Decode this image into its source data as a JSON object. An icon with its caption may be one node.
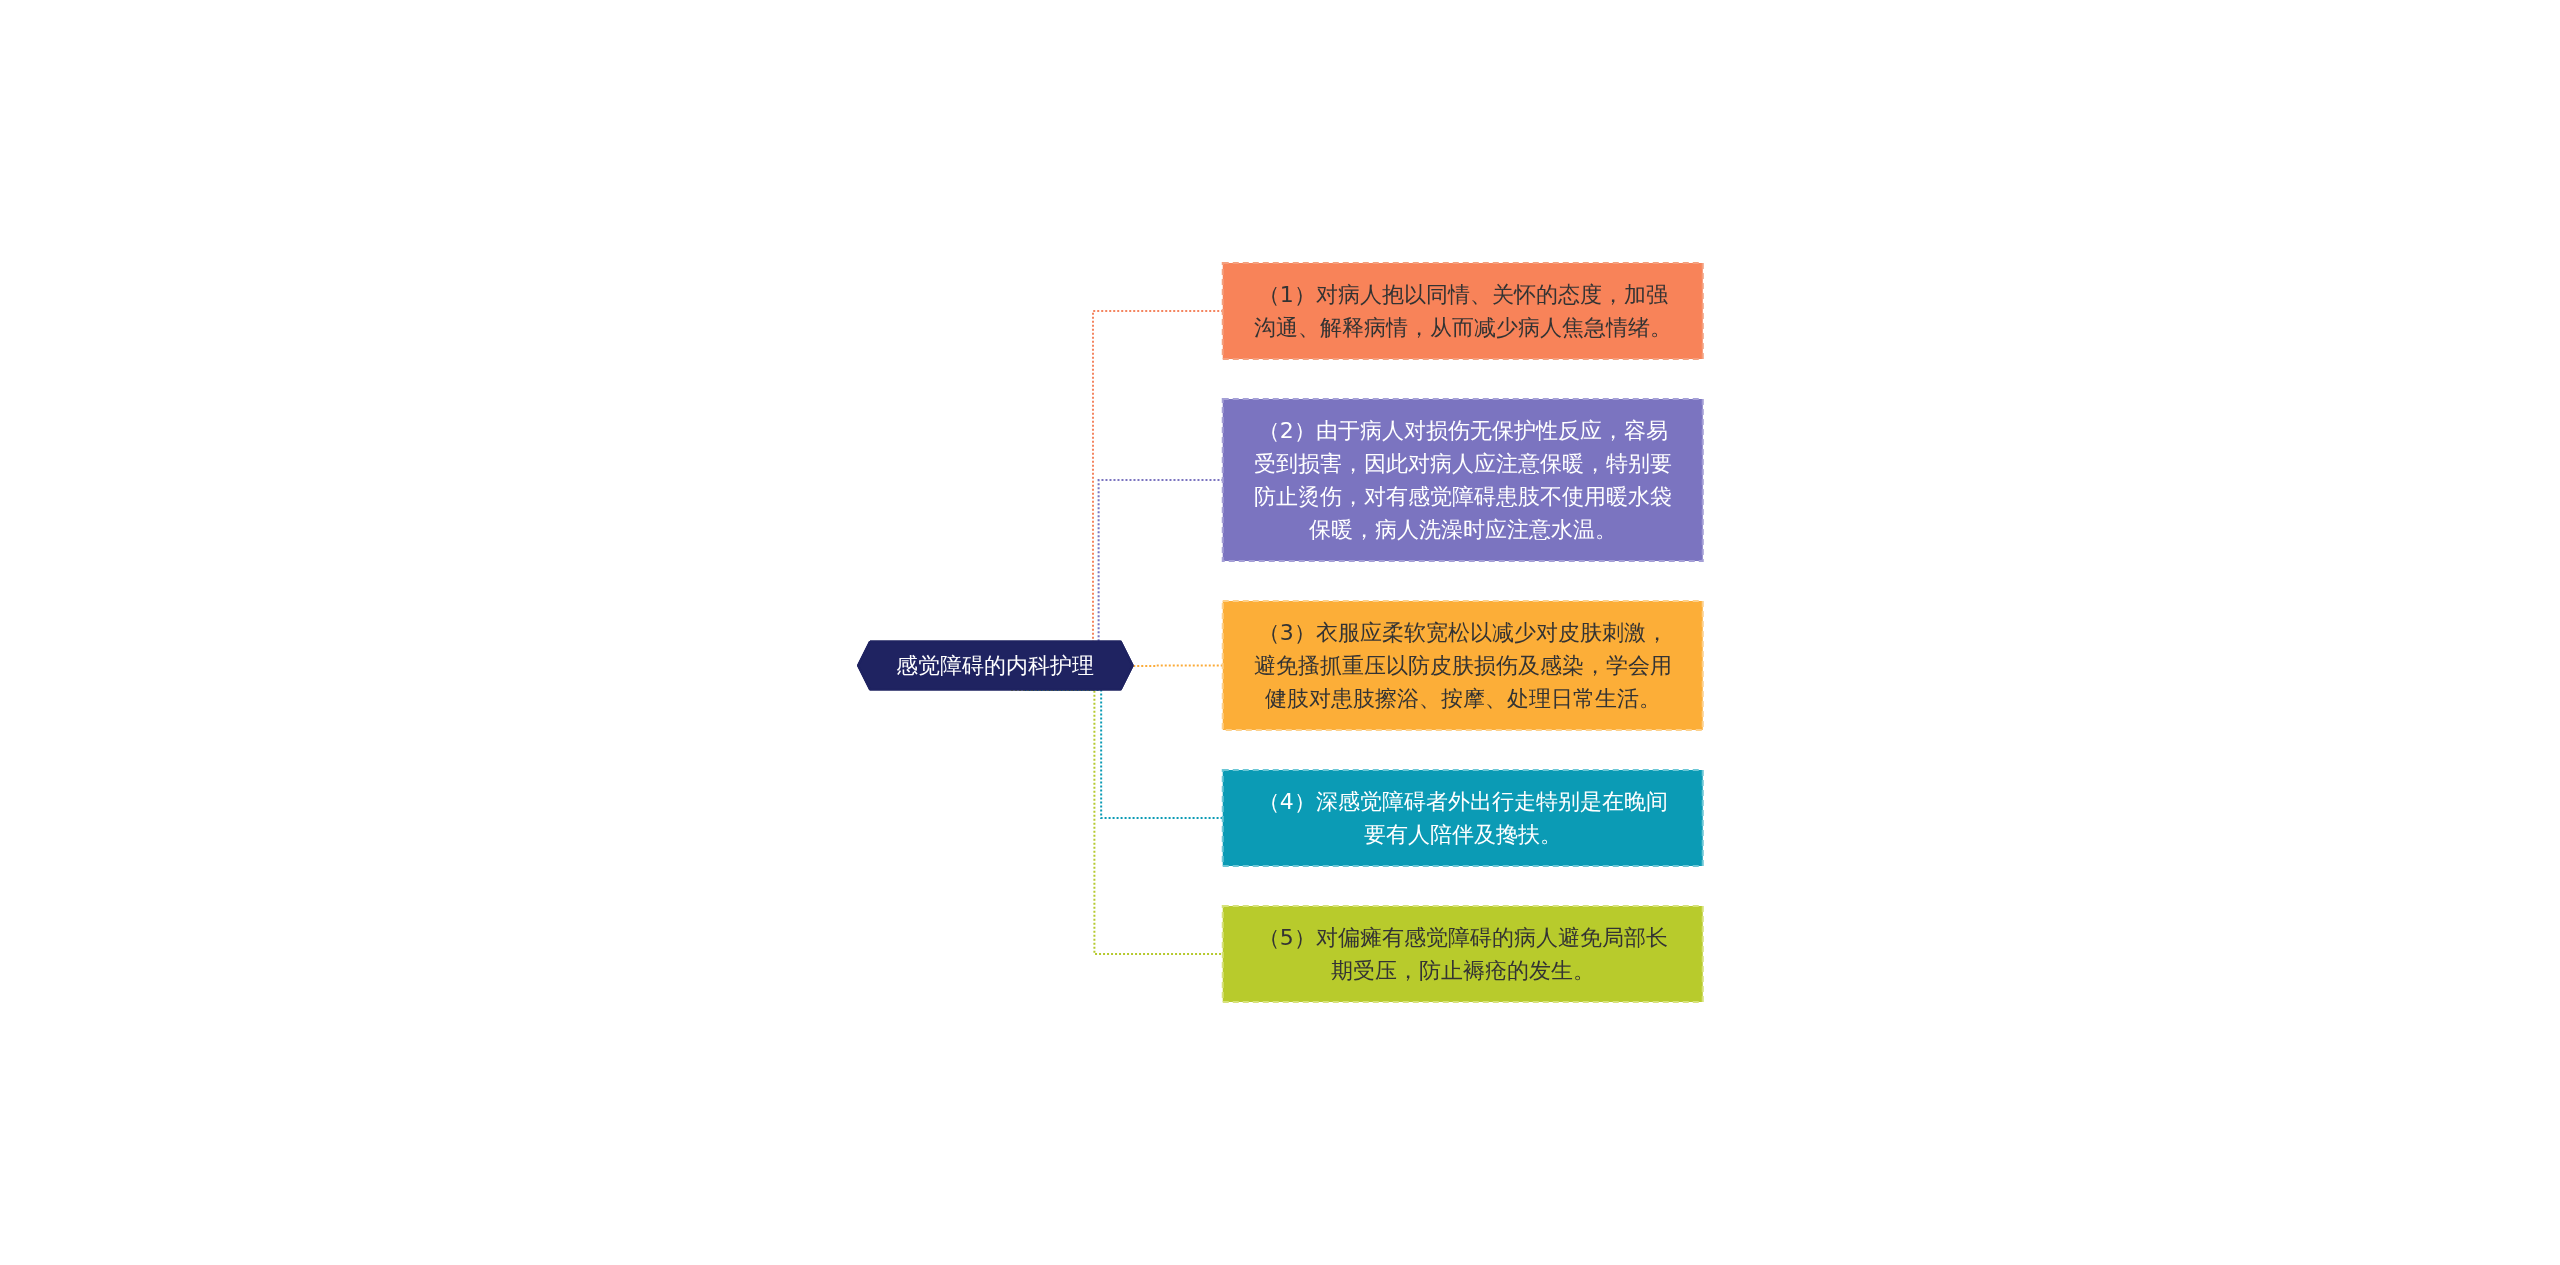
{
  "diagram": {
    "nodes": [
      {
        "text": [
          "感觉障碍的内科护理"
        ]
      },
      {
        "text": [
          "（1）对病人抱以同情、关怀的态度，加强沟通、解释病情，从而减少病人焦急情绪。"
        ]
      },
      {
        "text": [
          "（2）由于病人对损伤无保护性反应，容易受到损害，因此对病人应注意保暖，特别要防止烫伤，对有感觉障碍患肢不使用暖水袋保暖，病人洗澡时应注意水温。"
        ]
      },
      {
        "text": [
          "（3）衣服应柔软宽松以减少对皮肤刺激，避免搔抓重压以防皮肤损伤及感染，学会用健肢对患肢擦浴、按摩、处理日常生活。"
        ]
      },
      {
        "text": [
          "（4）深感觉障碍者外出行走特别是在晚间要有人陪伴及搀扶。"
        ]
      },
      {
        "text": [
          "（5）对偏瘫有感觉障碍的病人避免局部长期受压，防止褥疮的发生。"
        ]
      }
    ],
    "edges": [
      {
        "from": 0,
        "to": 1,
        "arrow": "none",
        "style": "dashed",
        "color": "#f4845f"
      },
      {
        "from": 0,
        "to": 2,
        "arrow": "none",
        "style": "dashed",
        "color": "#7b74c0"
      },
      {
        "from": 0,
        "to": 3,
        "arrow": "none",
        "style": "dashed",
        "color": "#fbab38"
      },
      {
        "from": 0,
        "to": 4,
        "arrow": "none",
        "style": "dashed",
        "color": "#0b9bb5"
      },
      {
        "from": 0,
        "to": 5,
        "arrow": "none",
        "style": "dashed",
        "color": "#b5c92e"
      }
    ]
  }
}
